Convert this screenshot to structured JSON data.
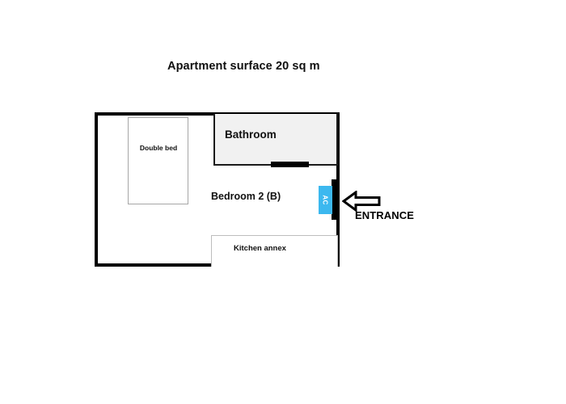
{
  "document": {
    "title": "Apartment surface 20 sq m",
    "background_color": "#ffffff"
  },
  "floorplan": {
    "outline": {
      "name": "apartment-outline",
      "wall_color": "#000000"
    },
    "rooms": [
      {
        "id": "bathroom",
        "label": "Bathroom",
        "fill_color": "#f1f1f1",
        "border_color": "#1a1a1a"
      },
      {
        "id": "bedroom",
        "label": "Bedroom 2 (B)",
        "fill_color": "#ffffff"
      },
      {
        "id": "kitchen-annex",
        "label": "Kitchen annex",
        "fill_color": "#ffffff",
        "border_color": "#bdbdbd"
      }
    ],
    "furniture": [
      {
        "id": "double-bed",
        "label": "Double bed",
        "fill_color": "#ffffff",
        "border_color": "#a6a6a6"
      }
    ],
    "fixtures": [
      {
        "id": "air-conditioner",
        "label": "AC",
        "fill_color": "#3cb8ef",
        "text_color": "#ffffff"
      }
    ],
    "openings": [
      {
        "id": "bathroom-door",
        "color": "#000000"
      },
      {
        "id": "entrance-door-jamb",
        "color": "#000000"
      }
    ],
    "annotations": [
      {
        "id": "entrance",
        "label": "ENTRANCE",
        "icon": "left-arrow-icon",
        "color": "#000000"
      }
    ]
  }
}
